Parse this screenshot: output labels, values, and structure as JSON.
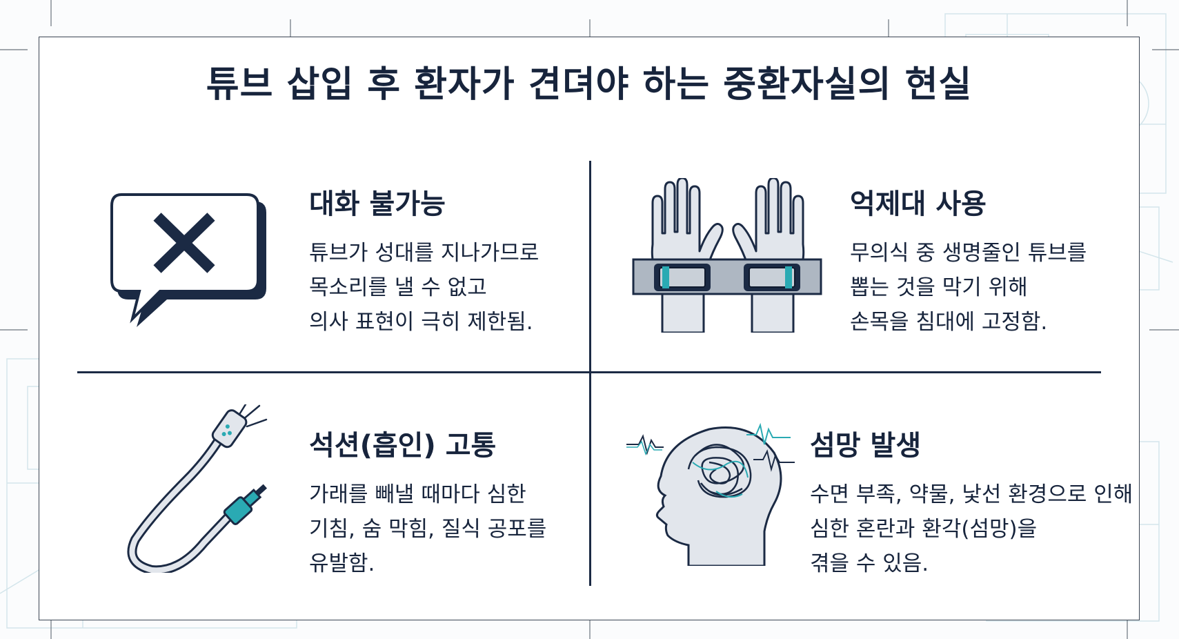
{
  "title": "튜브 삽입 후 환자가 견뎌야 하는 중환자실의 현실",
  "colors": {
    "navy": "#1b2a44",
    "teal": "#2aaab3",
    "light_gray": "#e2e6ec",
    "blueprint_line": "#c6dde6"
  },
  "panels": [
    {
      "heading": "대화 불가능",
      "icon": "speech-bubble-x-icon",
      "lines": [
        "튜브가 성대를 지나가므로",
        "목소리를 낼 수 없고",
        "의사 표현이 극히 제한됨."
      ]
    },
    {
      "heading": "억제대 사용",
      "icon": "wrist-restraint-icon",
      "lines": [
        "무의식 중 생명줄인 튜브를",
        "뽑는 것을 막기 위해",
        "손목을 침대에 고정함."
      ]
    },
    {
      "heading": "석션(흡인) 고통",
      "icon": "suction-tube-icon",
      "lines": [
        "가래를 빼낼 때마다 심한",
        "기침, 숨 막힘, 질식 공포를",
        "유발함."
      ]
    },
    {
      "heading": "섬망 발생",
      "icon": "brain-delirium-icon",
      "lines": [
        "수면 부족, 약물, 낯선 환경으로 인해",
        "심한 혼란과 환각(섬망)을",
        "겪을 수 있음."
      ]
    }
  ]
}
